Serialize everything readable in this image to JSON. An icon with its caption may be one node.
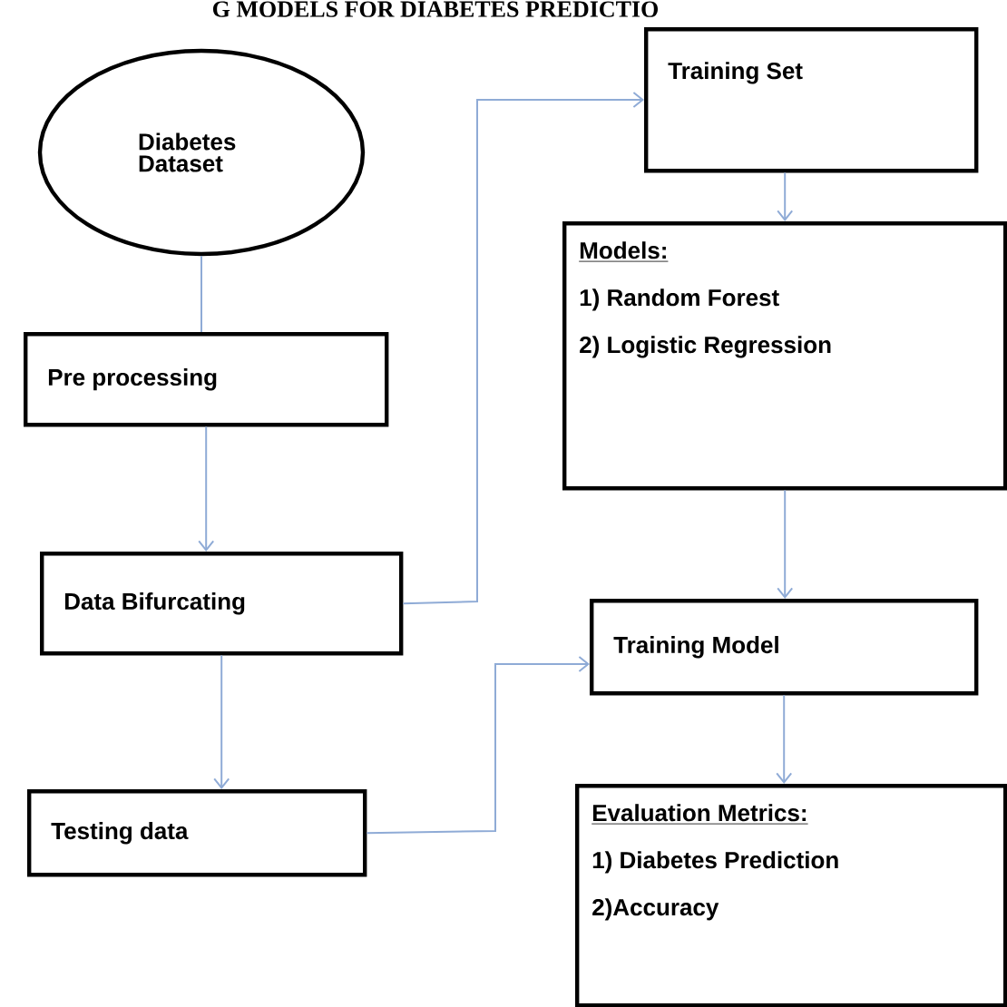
{
  "diagram": {
    "title": "G MODELS FOR DIABETES PREDICTIO",
    "nodes": [
      {
        "text": [
          "Diabetes Dataset"
        ]
      },
      {
        "text": [
          "Pre processing"
        ]
      },
      {
        "text": [
          "Data Bifurcating"
        ]
      },
      {
        "text": [
          "Testing data"
        ]
      },
      {
        "text": [
          "Training Set"
        ]
      },
      {
        "text": [
          "Models:",
          "1) Random Forest",
          "2) Logistic Regression"
        ]
      },
      {
        "text": [
          "Training Model"
        ]
      },
      {
        "text": [
          "Evaluation Metrics:",
          "1) Diabetes Prediction",
          "2)Accuracy"
        ]
      }
    ],
    "edges": [
      {
        "from": 0,
        "to": 1,
        "arrow": "none"
      },
      {
        "from": 1,
        "to": 2,
        "arrow": "to"
      },
      {
        "from": 2,
        "to": 4,
        "arrow": "to"
      },
      {
        "from": 4,
        "to": 5,
        "arrow": "to"
      },
      {
        "from": 5,
        "to": 6,
        "arrow": "to"
      },
      {
        "from": 2,
        "to": 3,
        "arrow": "to"
      },
      {
        "from": 3,
        "to": 6,
        "arrow": "to"
      },
      {
        "from": 6,
        "to": 7,
        "arrow": "to"
      }
    ]
  }
}
